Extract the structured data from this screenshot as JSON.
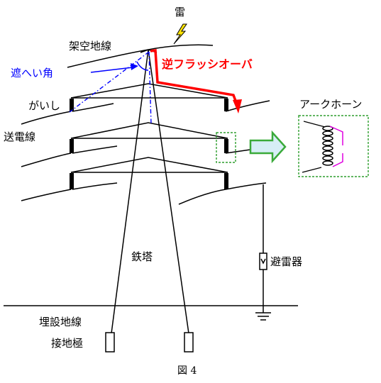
{
  "labels": {
    "lightning": "雷",
    "overhead_ground_wire": "架空地線",
    "shielding_angle": "遮へい角",
    "back_flashover": "逆フラッシオーバ",
    "insulator": "がいし",
    "transmission_line": "送電線",
    "arc_horn": "アークホーン",
    "tower": "鉄塔",
    "surge_arrester": "避雷器",
    "buried_ground_wire": "埋設地線",
    "ground_electrode": "接地極"
  },
  "caption": "図 4",
  "colors": {
    "line": "#000000",
    "shielding": "#0000ff",
    "flashover": "#ff0000",
    "arc_horn": "#e000e0",
    "highlight_box": "#2e9e2e",
    "arrow_fill": "#d6eef6",
    "arrow_stroke": "#3aaa3a",
    "bolt_fill": "#ffe400"
  },
  "icons": {
    "lightning": "lightning-bolt-icon",
    "zoom_arrow": "right-arrow-icon",
    "arrester": "surge-arrester-symbol",
    "ground": "ground-symbol"
  }
}
